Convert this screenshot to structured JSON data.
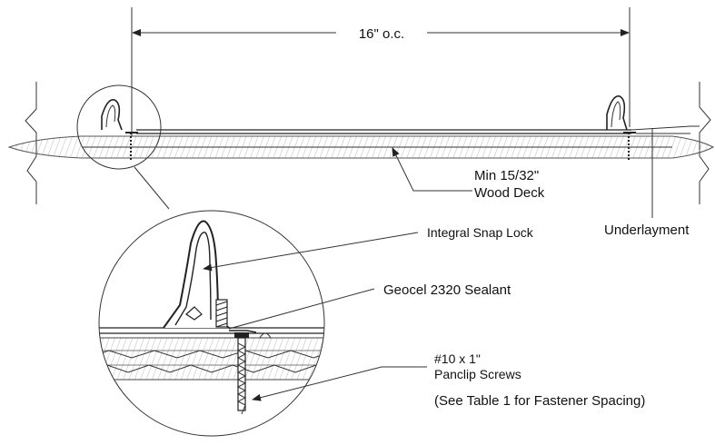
{
  "dimension": {
    "spacing_label": "16\" o.c."
  },
  "callouts": {
    "deck_line1": "Min 15/32\"",
    "deck_line2": "Wood Deck",
    "underlayment": "Underlayment",
    "snap_lock": "Integral Snap Lock",
    "sealant": "Geocel 2320 Sealant",
    "screws_line1": "#10 x 1\"",
    "screws_line2": "Panclip Screws",
    "screws_line3": "(See Table 1 for Fastener Spacing)"
  },
  "colors": {
    "ink": "#222222",
    "background": "#ffffff",
    "hatch": "#9a9a9a"
  }
}
